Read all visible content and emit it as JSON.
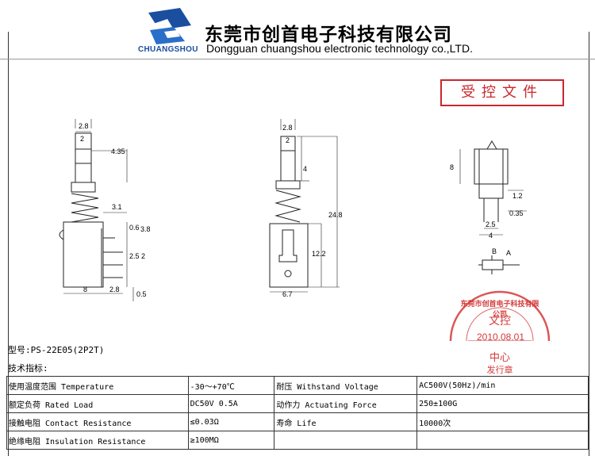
{
  "header": {
    "logo_text": "CHUANGSHOU",
    "company_cn": "东莞市创首电子科技有限公司",
    "company_en": "Dongguan chuangshou electronic technology co.,LTD.",
    "brand_color": "#1a4fa0"
  },
  "controlled_stamp": {
    "label": "受控文件",
    "color": "#c8282d"
  },
  "round_stamp": {
    "arc_text": "东莞市创首电子科技有限公司",
    "top": "文控",
    "date": "2010.08.01",
    "bottom": "中心",
    "side": "发行章",
    "color": "#d43a3a"
  },
  "drawing": {
    "view1_dims": [
      "2.8",
      "2",
      "4.35",
      "3.1",
      "0.6",
      "3.8",
      "2.5",
      "2",
      "8",
      "2.8",
      "0.5"
    ],
    "view2_dims": [
      "2.8",
      "2",
      "4",
      "24.8",
      "12.2",
      "6.7"
    ],
    "view3_dims": [
      "8",
      "1.2",
      "0.35",
      "2.5",
      "4"
    ],
    "pin_labels": [
      "B",
      "A"
    ]
  },
  "model": "型号:PS-22E05(2P2T)",
  "spec_title": "技术指标:",
  "specs": [
    [
      "使用温度范围 Temperature",
      "-30～+70℃",
      "耐压 Withstand Voltage",
      "AC500V(50Hz)/min"
    ],
    [
      "额定负荷 Rated Load",
      "DC50V 0.5A",
      "动作力 Actuating Force",
      "250±100G"
    ],
    [
      "接触电阻 Contact Resistance",
      "≤0.03Ω",
      "寿命 Life",
      "10000次"
    ],
    [
      "绝缘电阻 Insulation Resistance",
      "≥100MΩ",
      "",
      ""
    ]
  ]
}
